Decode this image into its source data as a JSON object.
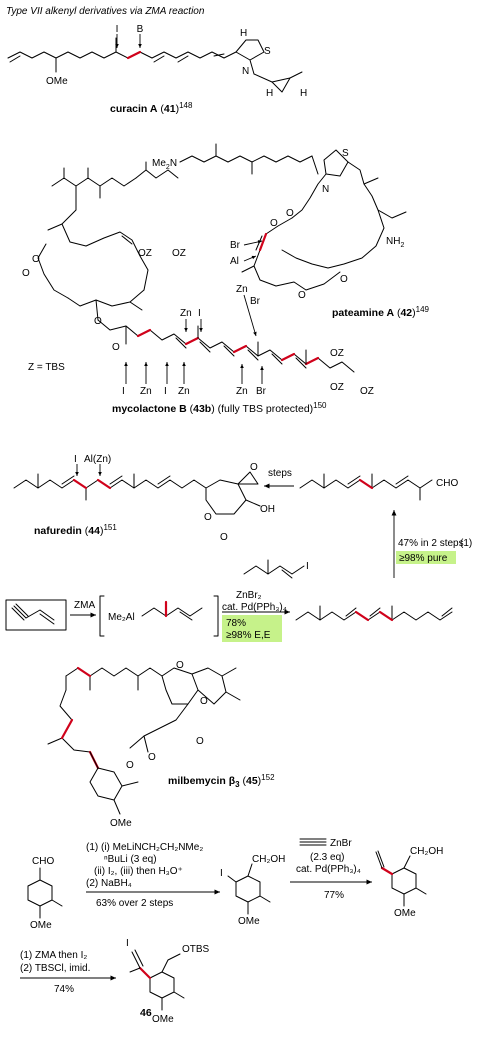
{
  "header": {
    "title": "Type VII alkenyl derivatives via ZMA reaction"
  },
  "compounds": {
    "curacin": {
      "name": "curacin A",
      "number": "41",
      "ref": "148",
      "atoms": [
        "I",
        "B",
        "OMe",
        "H",
        "S",
        "N",
        "H",
        "H"
      ]
    },
    "pateamine": {
      "name": "pateamine A",
      "number": "42",
      "ref": "149",
      "atoms": [
        "Me",
        "N",
        "2",
        "S",
        "N",
        "O",
        "O",
        "O",
        "O",
        "NH",
        "2",
        "Br",
        "Al"
      ]
    },
    "mycolactone": {
      "name": "mycolactone B",
      "number": "43b",
      "ref": "150",
      "note": "(fully TBS protected)",
      "z_def": "Z = TBS",
      "atoms": [
        "OZ",
        "OZ",
        "O",
        "O",
        "O",
        "O",
        "OZ",
        "OZ",
        "OZ"
      ],
      "top_metals": [
        "Zn",
        "I",
        "Zn",
        "Br"
      ],
      "bottom_metals": [
        "I",
        "Zn",
        "I",
        "Zn",
        "Zn",
        "Br"
      ]
    },
    "nafuredin": {
      "name": "nafuredin",
      "number": "44",
      "ref": "151",
      "atoms": [
        "I",
        "Al(Zn)",
        "O",
        "O",
        "O",
        "OH"
      ]
    },
    "milbemycin": {
      "name": "milbemycin β",
      "sub": "3",
      "number": "45",
      "ref": "152",
      "atoms": [
        "O",
        "O",
        "O",
        "O",
        "O",
        "OMe"
      ]
    },
    "final": {
      "number": "46",
      "atoms": [
        "I",
        "OTBS",
        "OMe"
      ]
    }
  },
  "nafuredin_route": {
    "steps_label": "steps",
    "yield1": "47% in 2 steps",
    "purity": "≥98% pure",
    "eq_num": "(1)",
    "aldehyde": "CHO",
    "zma": "ZMA",
    "me2al": "Me₂Al",
    "iodide": "I",
    "reagent1": "ZnBr₂",
    "reagent2": "cat. Pd(PPh₃)₄",
    "yield2": "78%",
    "selectivity": "≥98% E,E"
  },
  "route46": {
    "cho": "CHO",
    "ome": "OMe",
    "step1_l1": "(1) (i) MeLiNCH₂CH₂NMe₂",
    "step1_l2": "ⁿBuLi (3 eq)",
    "step1_l3": "(ii) I₂, (iii) then H₃O⁺",
    "step1_l4": "(2) NaBH₄",
    "step1_yield": "63% over 2 steps",
    "int1": [
      "CH₂OH",
      "I",
      "OMe"
    ],
    "reag2_l1": "ZnBr",
    "reag2_l2": "(2.3 eq)",
    "reag2_l3": "cat. Pd(PPh₃)₄",
    "yield2": "77%",
    "int2": [
      "CH₂OH",
      "OMe"
    ],
    "step3_l1": "(1) ZMA then I₂",
    "step3_l2": "(2) TBSCl, imid.",
    "yield3": "74%"
  }
}
